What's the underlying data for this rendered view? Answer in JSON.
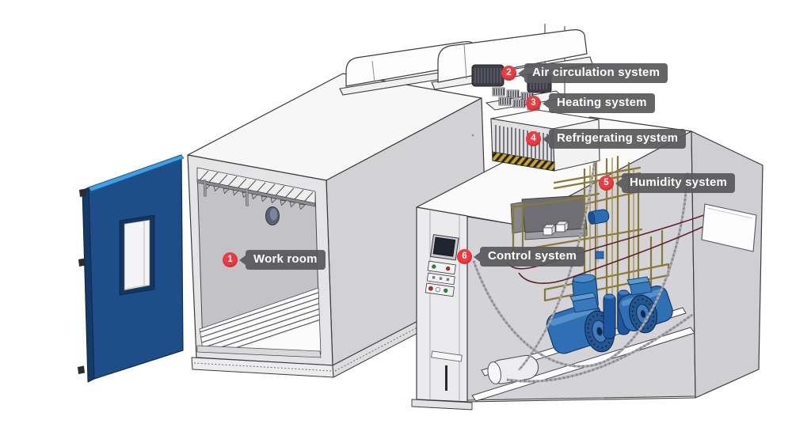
{
  "callouts": [
    {
      "number": "1",
      "label": "Work room"
    },
    {
      "number": "2",
      "label": "Air circulation system"
    },
    {
      "number": "3",
      "label": "Heating system"
    },
    {
      "number": "4",
      "label": "Refrigerating system"
    },
    {
      "number": "5",
      "label": "Humidity system"
    },
    {
      "number": "6",
      "label": "Control system"
    }
  ],
  "colors": {
    "badge_red": "#ee3a40",
    "label_bg": "#58585b",
    "door_blue": "#1d4e8a",
    "door_edge_dark": "#163a66",
    "door_top_highlight": "#3fa0e8",
    "compressor_blue": "#2f6fb4",
    "pipe_brass": "#8a7836",
    "coil_yellow": "#c9a22a",
    "cabinet_gray": "#d2d2d5"
  }
}
